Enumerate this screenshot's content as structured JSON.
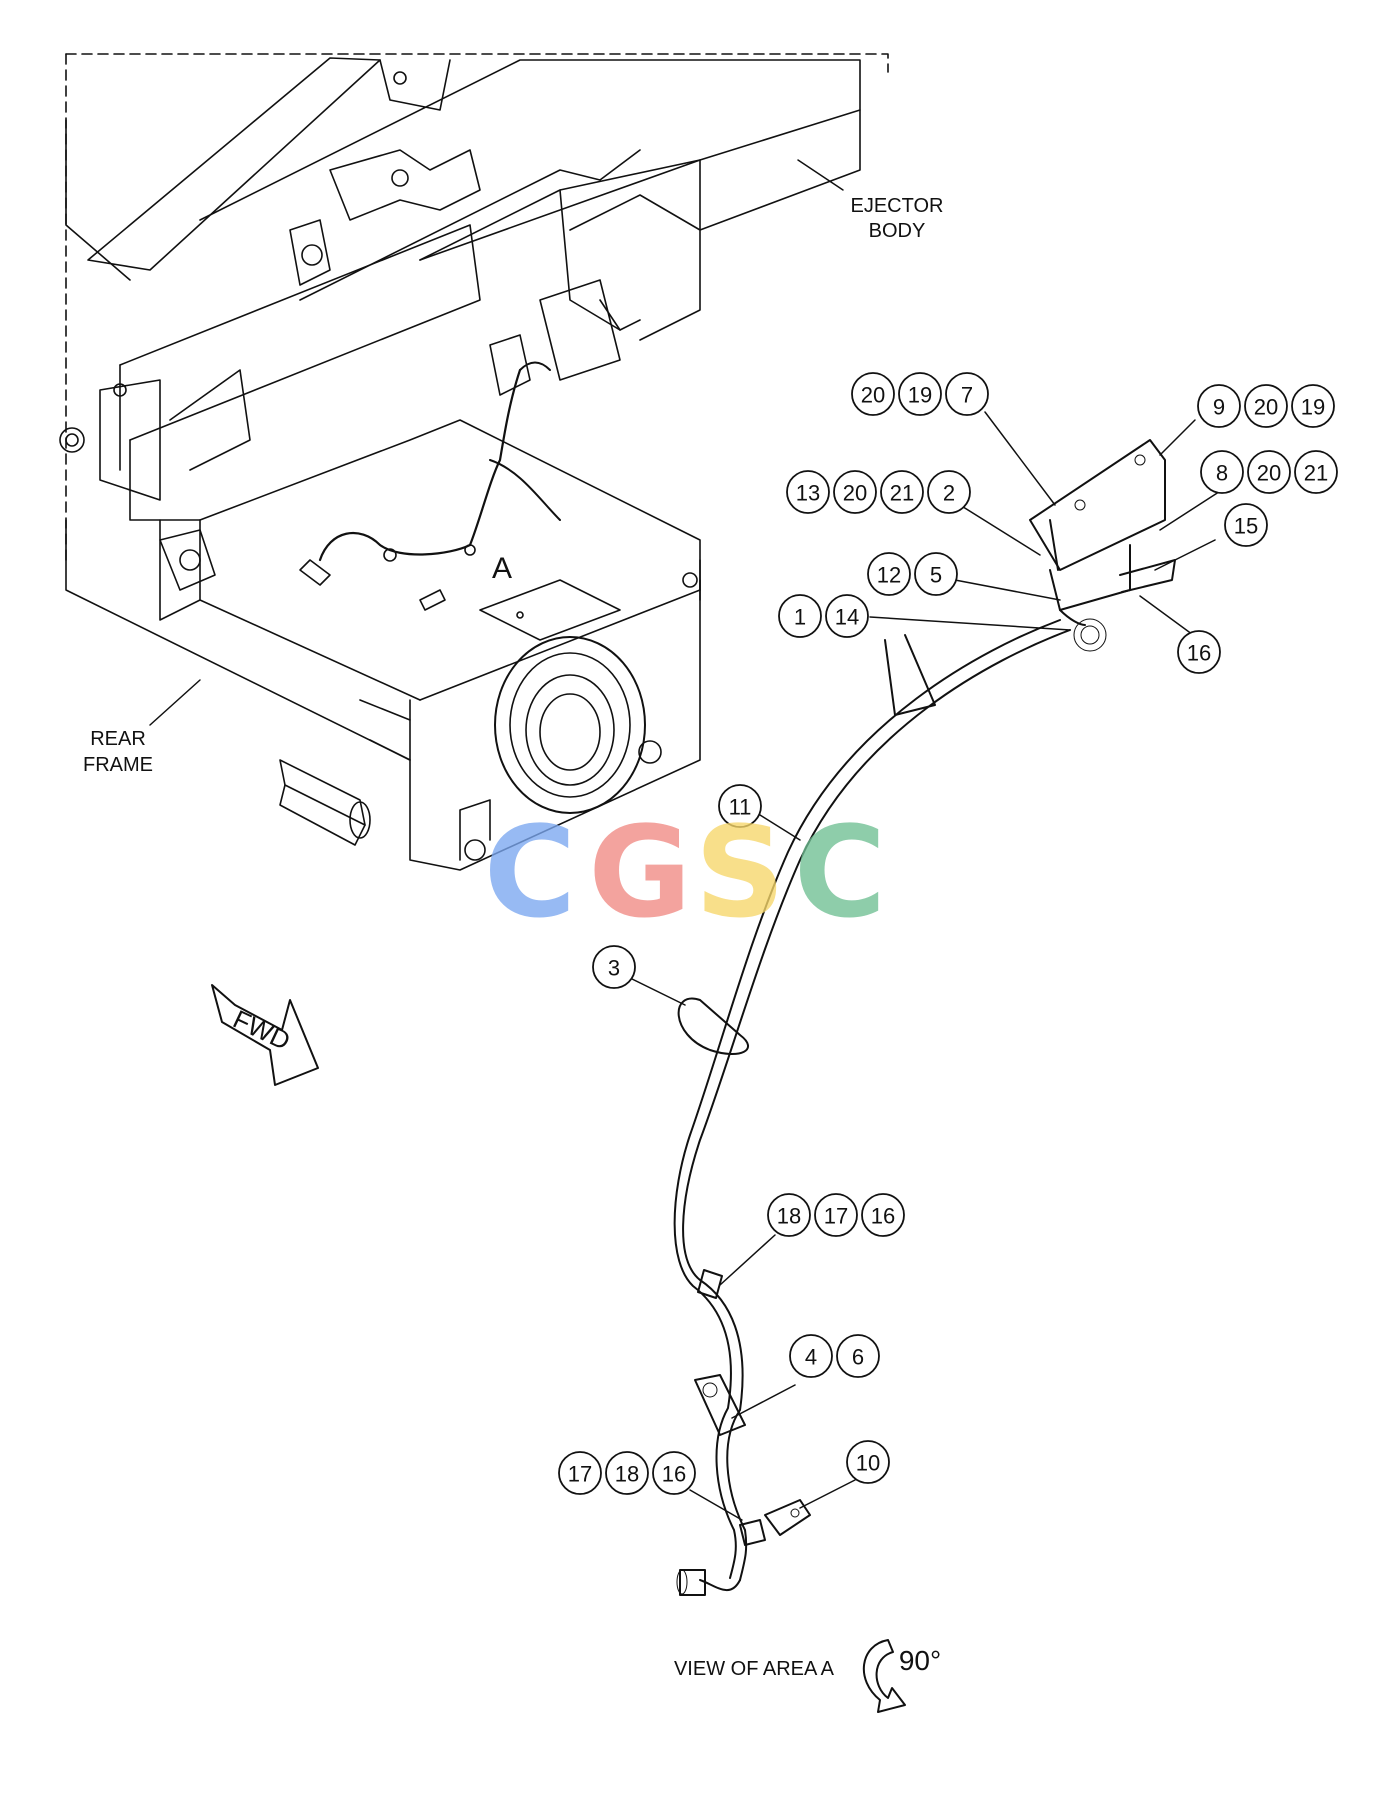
{
  "labels": {
    "ejector_body": [
      "EJECTOR",
      "BODY"
    ],
    "rear_frame": [
      "REAR",
      "FRAME"
    ],
    "area_marker": "A",
    "fwd": "FWD",
    "view_caption": "VIEW OF AREA A",
    "rotation": "90°"
  },
  "watermark": {
    "letters": [
      "C",
      "G",
      "S",
      "C"
    ],
    "colors": [
      "#7aa7f0",
      "#f08a84",
      "#f7d76a",
      "#6fbf93"
    ]
  },
  "callouts": [
    {
      "group": "20-19-7",
      "numbers": [
        "20",
        "19",
        "7"
      ]
    },
    {
      "group": "9-20-19",
      "numbers": [
        "9",
        "20",
        "19"
      ]
    },
    {
      "group": "13-20-21-2",
      "numbers": [
        "13",
        "20",
        "21",
        "2"
      ]
    },
    {
      "group": "8-20-21",
      "numbers": [
        "8",
        "20",
        "21"
      ]
    },
    {
      "group": "15",
      "numbers": [
        "15"
      ]
    },
    {
      "group": "12-5",
      "numbers": [
        "12",
        "5"
      ]
    },
    {
      "group": "1-14",
      "numbers": [
        "1",
        "14"
      ]
    },
    {
      "group": "16-top",
      "numbers": [
        "16"
      ]
    },
    {
      "group": "11",
      "numbers": [
        "11"
      ]
    },
    {
      "group": "3",
      "numbers": [
        "3"
      ]
    },
    {
      "group": "18-17-16",
      "numbers": [
        "18",
        "17",
        "16"
      ]
    },
    {
      "group": "4-6",
      "numbers": [
        "4",
        "6"
      ]
    },
    {
      "group": "17-18-16",
      "numbers": [
        "17",
        "18",
        "16"
      ]
    },
    {
      "group": "10",
      "numbers": [
        "10"
      ]
    }
  ]
}
